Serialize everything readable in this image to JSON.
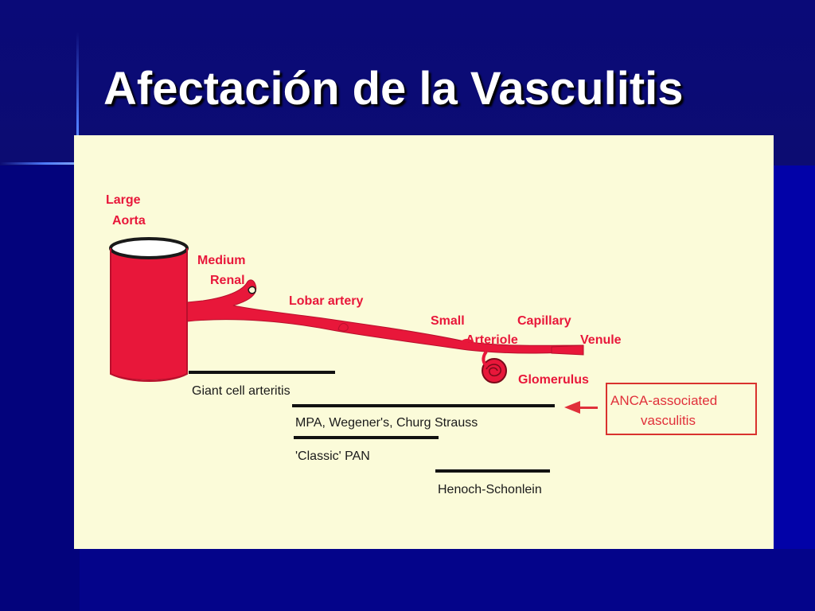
{
  "slide": {
    "title": "Afectación de la Vasculitis"
  },
  "vessels": {
    "large": "Large",
    "aorta": "Aorta",
    "medium": "Medium",
    "renal": "Renal",
    "lobar": "Lobar artery",
    "small": "Small",
    "arteriole": "Arteriole",
    "capillary": "Capillary",
    "venule": "Venule",
    "glomerulus": "Glomerulus"
  },
  "diseases": {
    "giant_cell": "Giant cell arteritis",
    "mpa": "MPA, Wegener's, Churg Strauss",
    "pan": "'Classic' PAN",
    "henoch": "Henoch-Schonlein"
  },
  "anca": {
    "line1": "ANCA-associated",
    "line2": "vasculitis"
  },
  "colors": {
    "background": "#0202a8",
    "title_text": "#ffffff",
    "panel": "#fbfbd9",
    "vessel": "#e8173a",
    "range_bar": "#111111",
    "anca_box": "#d9322e"
  }
}
